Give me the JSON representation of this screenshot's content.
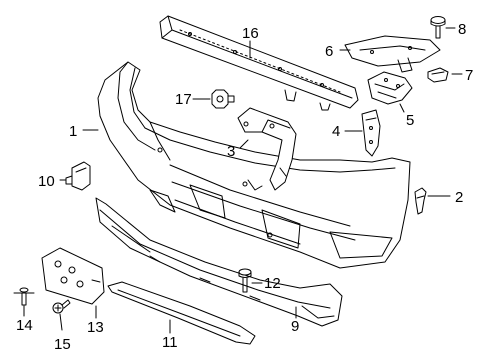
{
  "diagram": {
    "callouts": [
      {
        "id": "part-1",
        "label": "1"
      },
      {
        "id": "part-2",
        "label": "2"
      },
      {
        "id": "part-3",
        "label": "3"
      },
      {
        "id": "part-4",
        "label": "4"
      },
      {
        "id": "part-5",
        "label": "5"
      },
      {
        "id": "part-6",
        "label": "6"
      },
      {
        "id": "part-7",
        "label": "7"
      },
      {
        "id": "part-8",
        "label": "8"
      },
      {
        "id": "part-9",
        "label": "9"
      },
      {
        "id": "part-10",
        "label": "10"
      },
      {
        "id": "part-11",
        "label": "11"
      },
      {
        "id": "part-12",
        "label": "12"
      },
      {
        "id": "part-13",
        "label": "13"
      },
      {
        "id": "part-14",
        "label": "14"
      },
      {
        "id": "part-15",
        "label": "15"
      },
      {
        "id": "part-16",
        "label": "16"
      },
      {
        "id": "part-17",
        "label": "17"
      }
    ]
  },
  "colors": {
    "line": "#000000",
    "background": "#ffffff"
  }
}
